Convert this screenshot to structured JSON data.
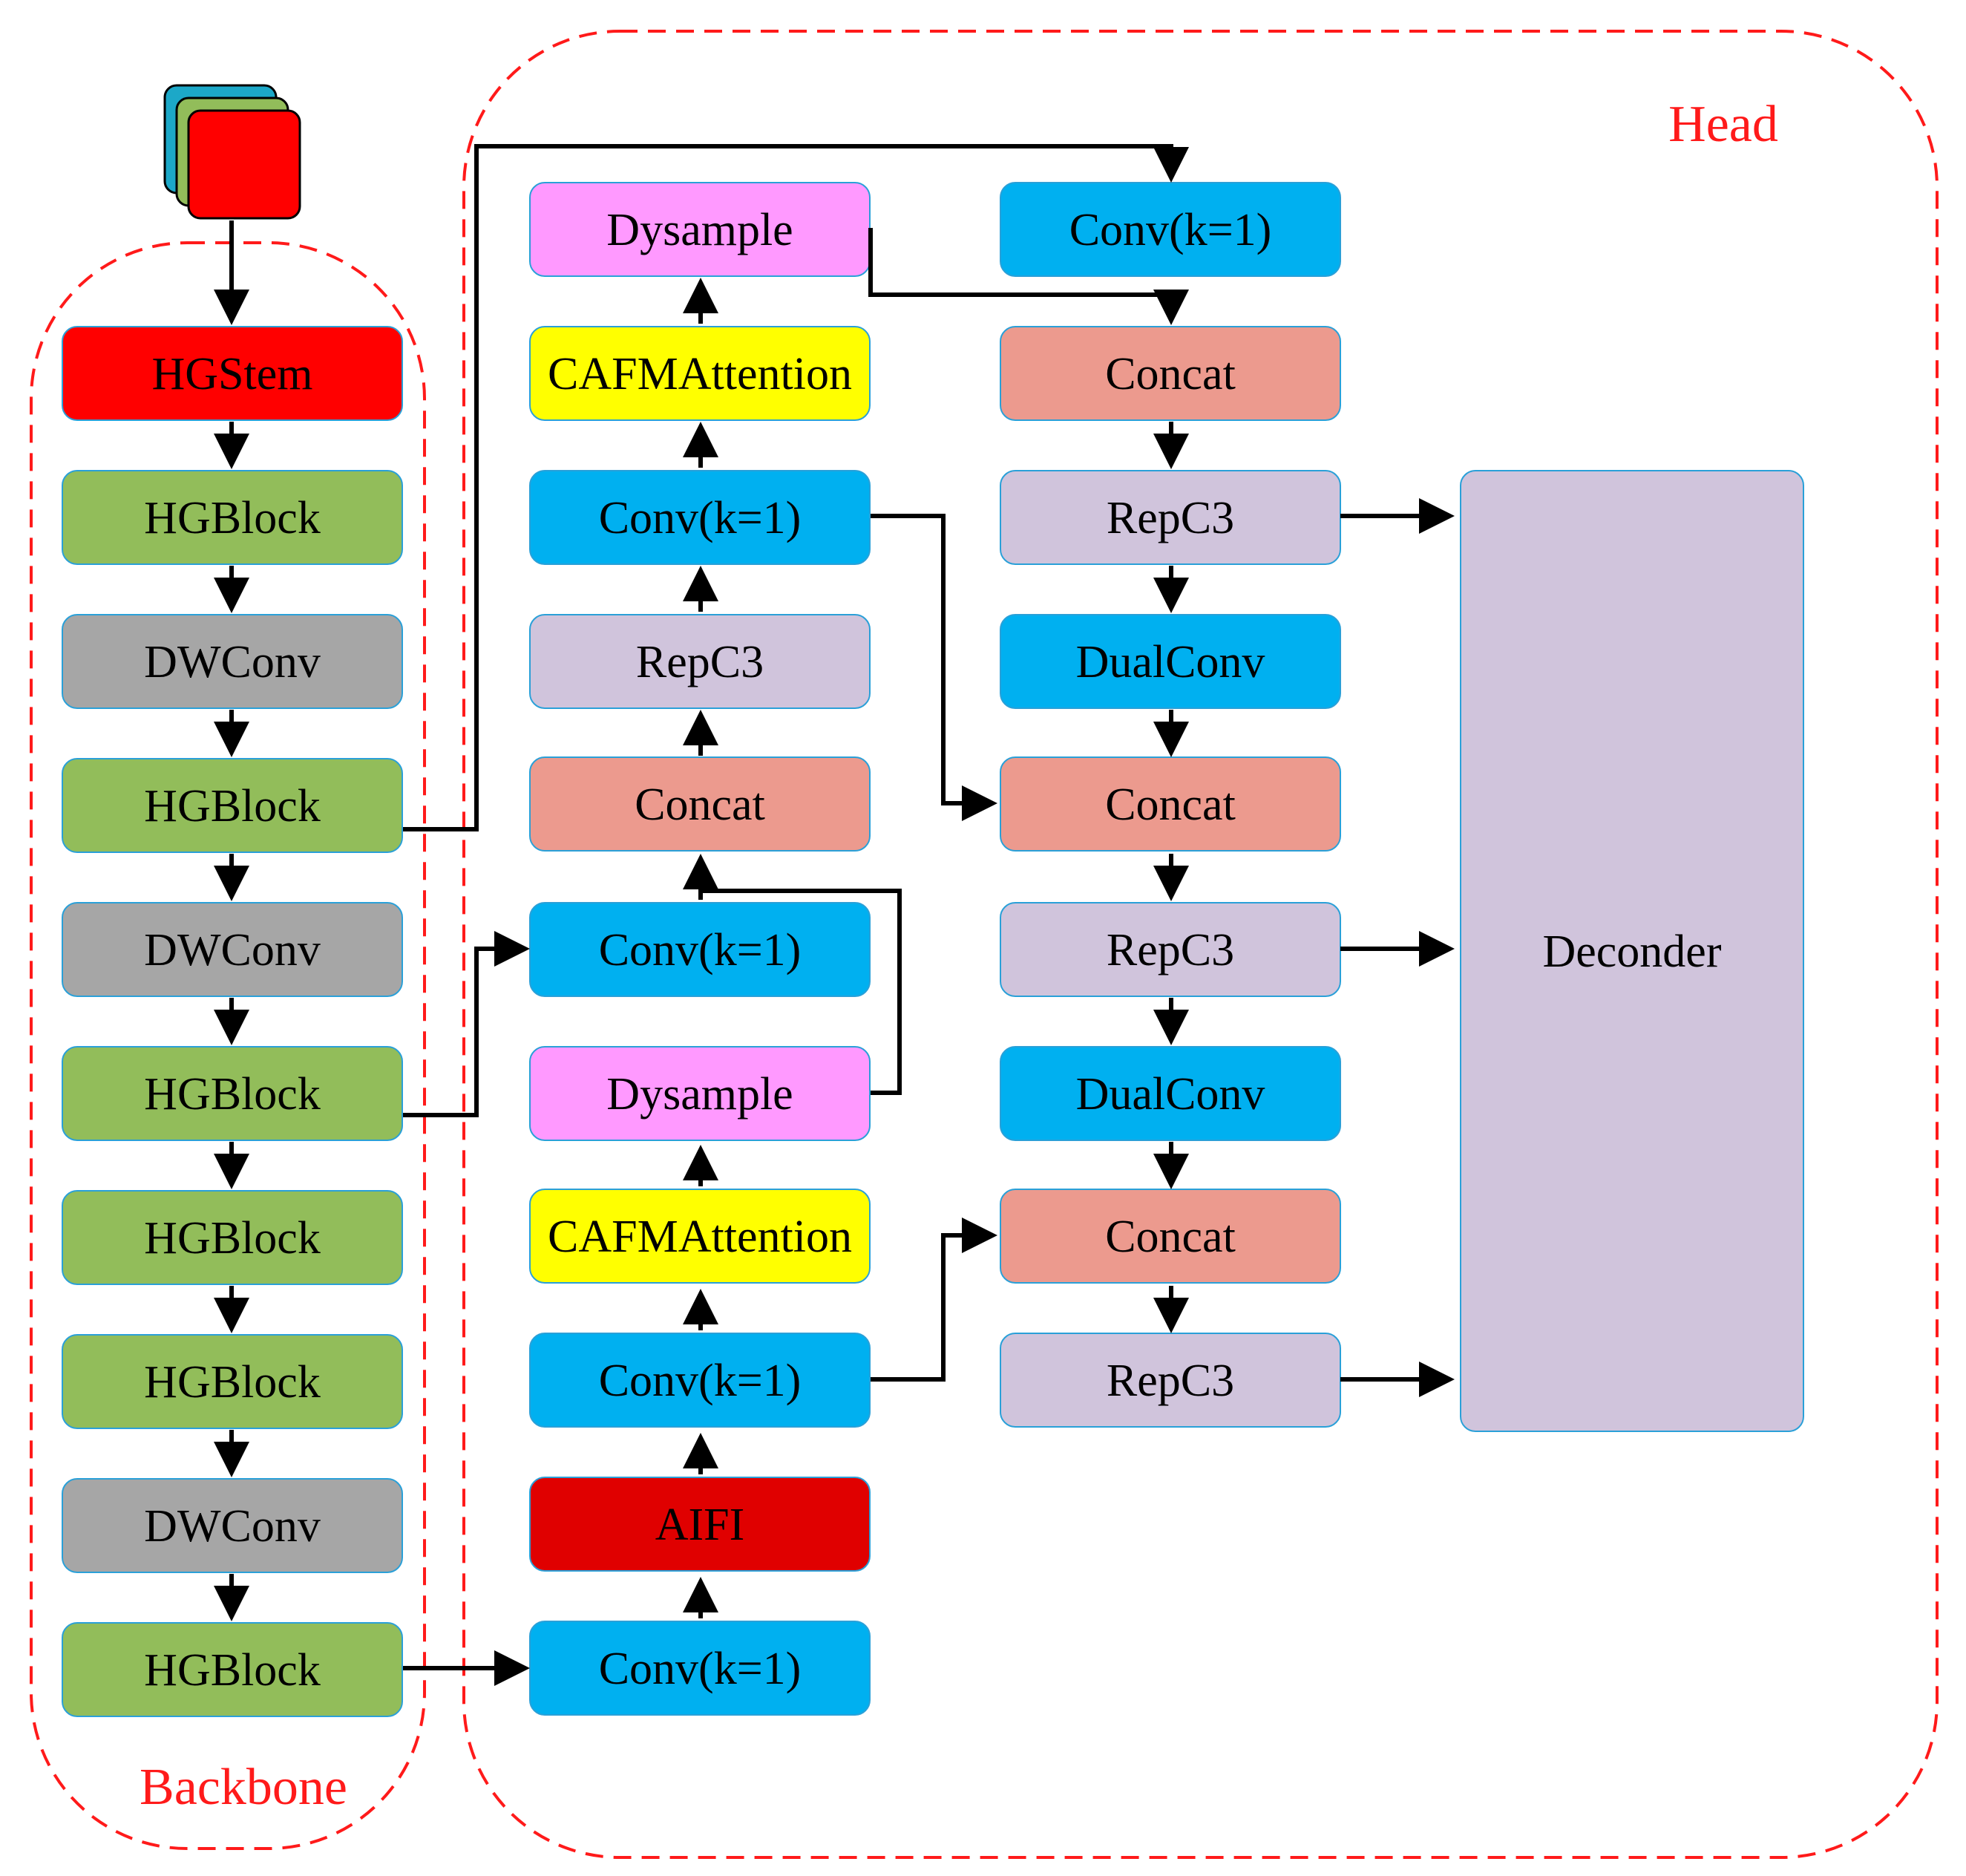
{
  "groups": {
    "head": {
      "label": "Head"
    },
    "backbone": {
      "label": "Backbone"
    }
  },
  "colors": {
    "group_border": "#ff1a1a",
    "HGStem": "#ff0000",
    "HGBlock": "#92bd5a",
    "DWConv": "#a6a6a6",
    "Conv": "#00b0f0",
    "Dysample": "#ff99ff",
    "CAFMAttention": "#ffff00",
    "RepC3": "#d0c4dc",
    "Concat": "#ec9a8e",
    "AIFI": "#e00000",
    "DualConv": "#00b0f0",
    "Deconder": "#d0c4dc",
    "input_layers": [
      "#1ca8c8",
      "#92bd5a",
      "#ff0000"
    ]
  },
  "input": {
    "icon": "image-stack-icon"
  },
  "backbone": {
    "blocks": [
      "HGStem",
      "HGBlock",
      "DWConv",
      "HGBlock",
      "DWConv",
      "HGBlock",
      "HGBlock",
      "HGBlock",
      "DWConv",
      "HGBlock"
    ]
  },
  "neck_left": {
    "blocks": [
      "Dysample",
      "CAFMAttention",
      "Conv(k=1)",
      "RepC3",
      "Concat",
      "Conv(k=1)",
      "Dysample",
      "CAFMAttention",
      "Conv(k=1)",
      "AIFI",
      "Conv(k=1)"
    ]
  },
  "neck_right": {
    "blocks": [
      "Conv(k=1)",
      "Concat",
      "RepC3",
      "DualConv",
      "Concat",
      "RepC3",
      "DualConv",
      "Concat",
      "RepC3"
    ]
  },
  "decoder": {
    "label": "Deconder"
  }
}
